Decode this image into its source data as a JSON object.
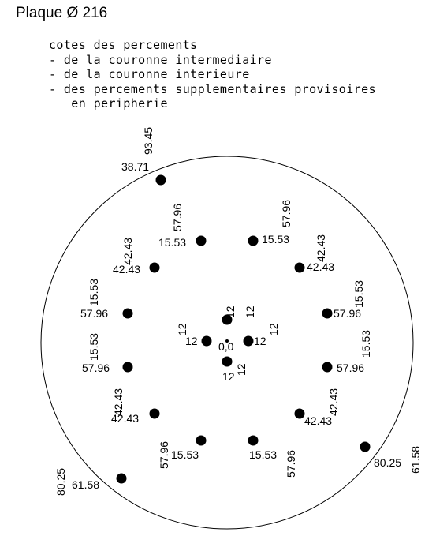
{
  "title": "Plaque Ø 216",
  "notes": [
    "cotes des percements",
    "- de la couronne intermediaire",
    "- de la couronne interieure",
    "- des percements supplementaires provisoires",
    "   en peripherie"
  ],
  "center_label": "0,0",
  "holes": [
    {
      "id": "inner-top",
      "labels": [
        "12",
        "12"
      ]
    },
    {
      "id": "inner-left",
      "labels": [
        "12",
        "12"
      ]
    },
    {
      "id": "inner-right",
      "labels": [
        "12",
        "12"
      ]
    },
    {
      "id": "inner-bottom",
      "labels": [
        "12",
        "12"
      ]
    },
    {
      "id": "mid-upper-left",
      "labels": [
        "57.96",
        "15.53"
      ]
    },
    {
      "id": "mid-upper-right",
      "labels": [
        "57.96",
        "15.53"
      ]
    },
    {
      "id": "mid-upper-left-2",
      "labels": [
        "42.43",
        "42.43"
      ]
    },
    {
      "id": "mid-upper-right-2",
      "labels": [
        "42.43",
        "42.43"
      ]
    },
    {
      "id": "mid-left-upper",
      "labels": [
        "15.53",
        "57.96"
      ]
    },
    {
      "id": "mid-right-upper",
      "labels": [
        "15.53",
        "57.96"
      ]
    },
    {
      "id": "mid-left-lower",
      "labels": [
        "15.53",
        "57.96"
      ]
    },
    {
      "id": "mid-right-lower",
      "labels": [
        "15.53",
        "57.96"
      ]
    },
    {
      "id": "mid-lower-left-2",
      "labels": [
        "42.43",
        "42.43"
      ]
    },
    {
      "id": "mid-lower-right-2",
      "labels": [
        "42.43",
        "42.43"
      ]
    },
    {
      "id": "mid-lower-left",
      "labels": [
        "57.96",
        "15.53"
      ]
    },
    {
      "id": "mid-lower-right",
      "labels": [
        "15.53",
        "57.96"
      ]
    },
    {
      "id": "periph-top",
      "labels": [
        "93.45",
        "38.71"
      ]
    },
    {
      "id": "periph-bottom-left",
      "labels": [
        "80.25",
        "61.58"
      ]
    },
    {
      "id": "periph-bottom-right",
      "labels": [
        "80.25",
        "61.58"
      ]
    }
  ]
}
